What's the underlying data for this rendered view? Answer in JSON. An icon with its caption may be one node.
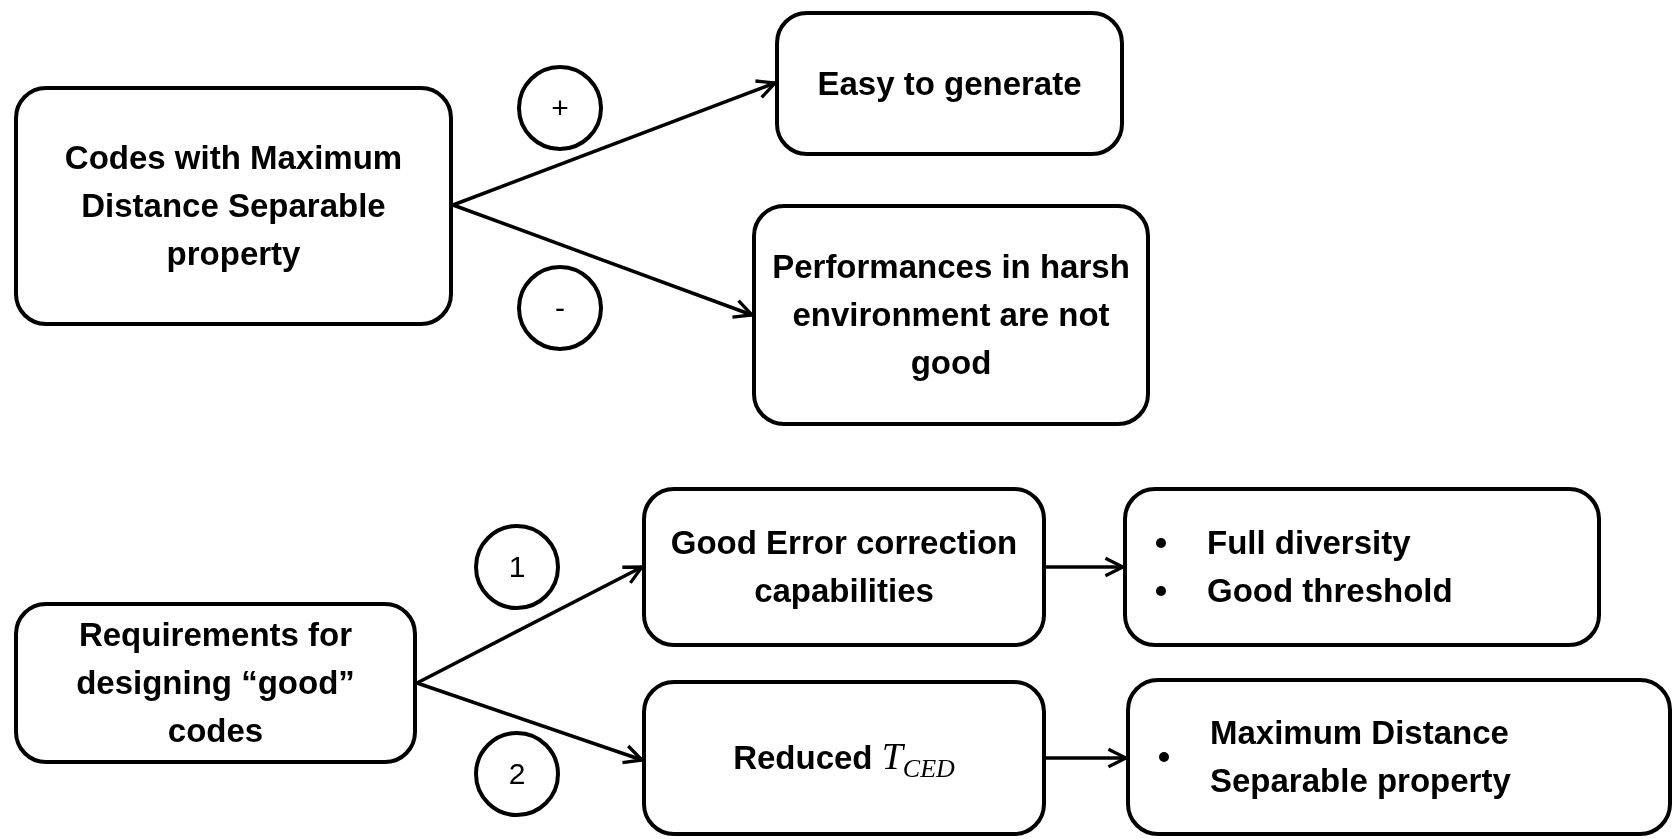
{
  "diagram": {
    "nodes": [
      {
        "text": [
          "Codes with Maximum Distance Separable property"
        ]
      },
      {
        "text": [
          "+"
        ]
      },
      {
        "text": [
          "Easy to generate"
        ]
      },
      {
        "text": [
          "Performances in harsh environment are not good"
        ]
      },
      {
        "text": [
          "-"
        ]
      },
      {
        "text": [
          "Requirements for designing “good” codes"
        ]
      },
      {
        "text": [
          "1"
        ]
      },
      {
        "text": [
          "Good Error correction capabilities"
        ]
      },
      {
        "text": [
          "Full diversity",
          "Good threshold"
        ]
      },
      {
        "text": [
          "2"
        ]
      },
      {
        "text": [
          "Reduced *T*$_{CED}$"
        ]
      },
      {
        "text": [
          "Maximum Distance Separable property"
        ]
      }
    ],
    "edges": [
      {
        "from": 0,
        "to": 2,
        "arrow": "to"
      },
      {
        "from": 0,
        "to": 3,
        "arrow": "to"
      },
      {
        "from": 5,
        "to": 7,
        "arrow": "to"
      },
      {
        "from": 5,
        "to": 10,
        "arrow": "to"
      },
      {
        "from": 7,
        "to": 8,
        "arrow": "to"
      },
      {
        "from": 10,
        "to": 11,
        "arrow": "to"
      }
    ]
  }
}
